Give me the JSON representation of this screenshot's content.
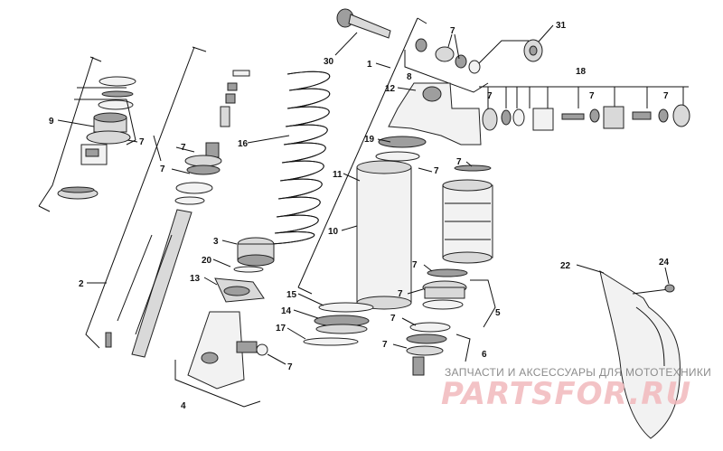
{
  "diagram": {
    "callouts": {
      "c1": "1",
      "c2": "2",
      "c3": "3",
      "c4": "4",
      "c5": "5",
      "c6": "6",
      "c7": "7",
      "c8": "8",
      "c9": "9",
      "c10": "10",
      "c11": "11",
      "c12": "12",
      "c13": "13",
      "c14": "14",
      "c15": "15",
      "c16": "16",
      "c17": "17",
      "c18": "18",
      "c19": "19",
      "c20": "20",
      "c22": "22",
      "c24": "24",
      "c30": "30",
      "c31": "31"
    }
  },
  "watermark": {
    "caption": "ЗАПЧАСТИ И АКСЕССУАРЫ ДЛЯ МОТОТЕХНИКИ",
    "brand": "PARTSFOR.RU"
  }
}
